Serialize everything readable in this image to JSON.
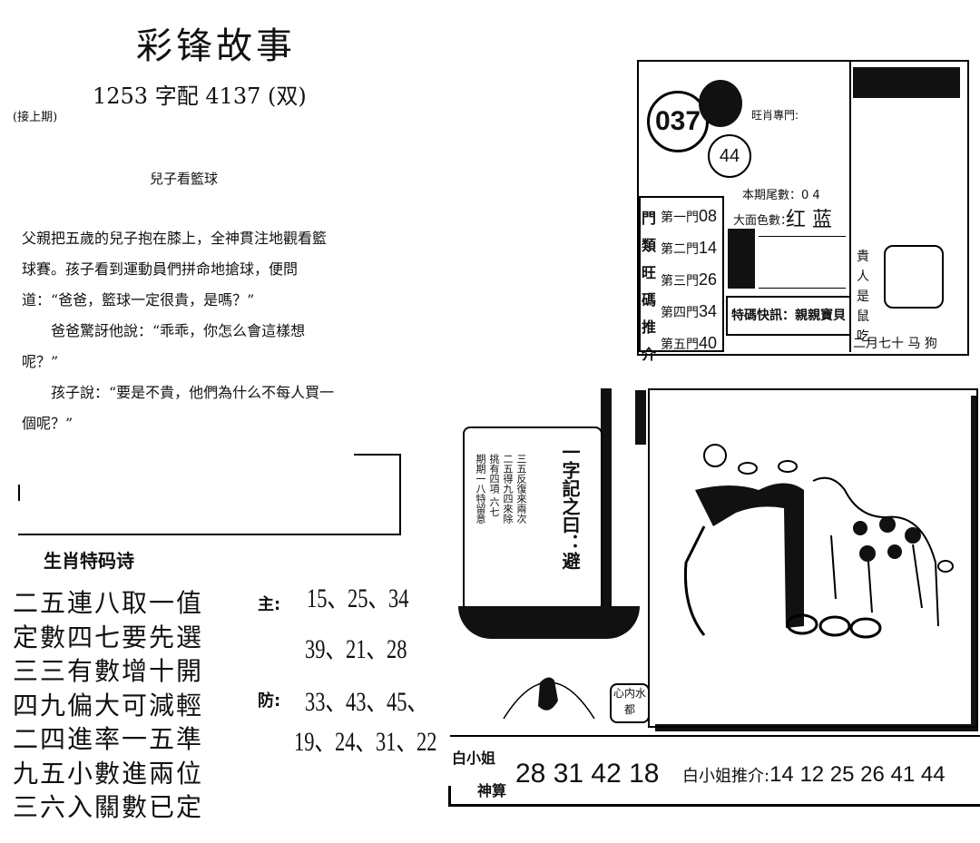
{
  "header": {
    "title": "彩锋故事",
    "issue": "1253 字配 4137 (双)",
    "continued": "(接上期)"
  },
  "story": {
    "title": "兒子看籃球",
    "paragraphs": [
      "父親把五歲的兒子抱在膝上，全神貫注地觀看籃球賽。孩子看到運動員們拼命地搶球，便問道：“爸爸，籃球一定很貴，是嗎？”",
      "爸爸驚訝他說：“乖乖，你怎么會這樣想呢？”",
      "孩子說：“要是不貴，他們為什么不每人買一個呢？”"
    ]
  },
  "poem": {
    "title": "生肖特码诗",
    "lines": [
      "二五連八取一值",
      "定數四七要先選",
      "三三有數增十開",
      "四九偏大可減輕",
      "二四進率一五準",
      "九五小數進兩位",
      "三六入關數已定"
    ],
    "main_label": "主:",
    "main_numbers": [
      "15、25、34",
      "39、21、28"
    ],
    "guard_label": "防:",
    "guard_numbers": [
      "33、43、45、",
      "19、24、31、22"
    ]
  },
  "panel": {
    "ball_big": "037",
    "ball_small": "44",
    "hint_label": "旺肖專門:",
    "wave_label": "本期尾數：0 4",
    "color_label": "大面色數：",
    "colors": "红 蓝",
    "door_label": "門類旺碼推介",
    "doors": [
      {
        "name": "第一門",
        "value": "08"
      },
      {
        "name": "第二門",
        "value": "14"
      },
      {
        "name": "第三門",
        "value": "26"
      },
      {
        "name": "第四門",
        "value": "34"
      },
      {
        "name": "第五門",
        "value": "40"
      }
    ],
    "special": "特碼快訊：親親寶貝",
    "right_bottom": "二月七十 马 狗",
    "right_mid": "貴人是 鼠 吃"
  },
  "ship": {
    "headline": "一字記之曰：避",
    "text": [
      "三五反復來兩次",
      "二五得九四來除",
      "挑有四項 六七",
      "期期一八特留意"
    ]
  },
  "stamp": {
    "side": "心内水都"
  },
  "bottom": {
    "white_label": "白小姐",
    "calc_label": "神算",
    "picks": "28 31 42 18",
    "recommend_label": "白小姐推介:",
    "recommend": "14 12 25 26 41 44"
  }
}
